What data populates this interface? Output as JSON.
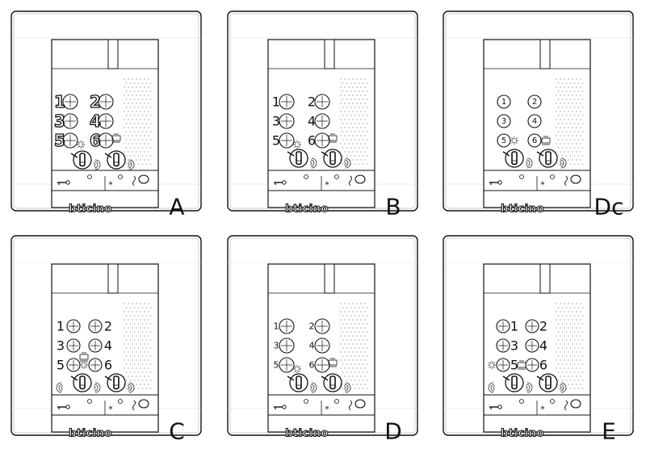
{
  "brand": "bticino",
  "symbols": {
    "star": "*"
  },
  "variants": [
    {
      "id": "A",
      "label": "A",
      "style": "bold-left",
      "numbers": [
        "1",
        "2",
        "3",
        "4",
        "5",
        "6"
      ]
    },
    {
      "id": "B",
      "label": "B",
      "style": "left",
      "numbers": [
        "1",
        "2",
        "3",
        "4",
        "5",
        "6"
      ]
    },
    {
      "id": "Dc",
      "label": "Dc",
      "style": "inside",
      "numbers": [
        "1",
        "2",
        "3",
        "4",
        "5",
        "6"
      ]
    },
    {
      "id": "C",
      "label": "C",
      "style": "outer",
      "numbers": [
        "1",
        "2",
        "3",
        "4",
        "5",
        "6"
      ]
    },
    {
      "id": "D",
      "label": "D",
      "style": "small-left",
      "numbers": [
        "1",
        "2",
        "3",
        "4",
        "5",
        "6"
      ]
    },
    {
      "id": "E",
      "label": "E",
      "style": "right",
      "numbers": [
        "1",
        "2",
        "3",
        "4",
        "5",
        "6"
      ]
    }
  ],
  "icons": [
    "key-icon",
    "speech-bubble-icon",
    "star-icon",
    "handset-icon",
    "sound-icon",
    "door-lock-icon",
    "light-icon",
    "grille-pattern"
  ]
}
